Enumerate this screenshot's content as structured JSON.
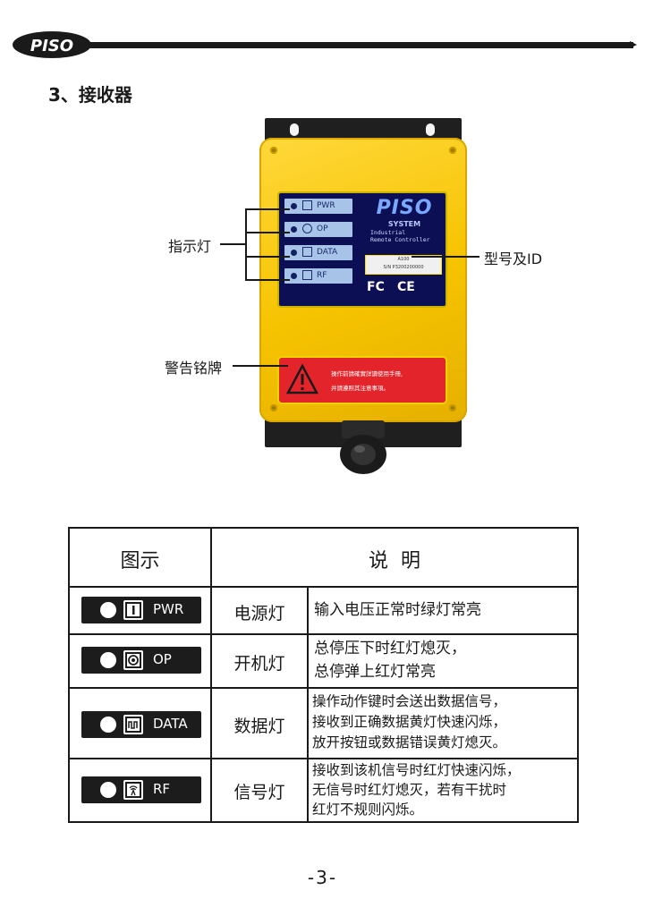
{
  "header": {
    "logo": "PISO"
  },
  "section_title": "3、接收器",
  "device": {
    "indicators": [
      {
        "label": "PWR",
        "icon": "power-bar-icon"
      },
      {
        "label": "OP",
        "icon": "target-circle-icon"
      },
      {
        "label": "DATA",
        "icon": "data-wave-icon"
      },
      {
        "label": "RF",
        "icon": "antenna-icon"
      }
    ],
    "brand": "PISO",
    "system": "SYSTEM",
    "subtitle_1": "Industrial",
    "subtitle_2": "Remote Controller",
    "label_line_1": "A100",
    "label_line_2": "S/N P3200200000",
    "fcc_mark": "FC",
    "ce_mark": "CE",
    "warning_line_1": "操作前請確實詳讀使用手冊,",
    "warning_line_2": "并請遵照其注意事項。"
  },
  "callouts": {
    "indicator": "指示灯",
    "model": "型号及ID",
    "warning_plate": "警告铭牌"
  },
  "table": {
    "headers": [
      "图示",
      "说  明"
    ],
    "rows": [
      {
        "icon_label": "PWR",
        "icon": "power-bar-icon",
        "name": "电源灯",
        "desc": [
          "输入电压正常时绿灯常亮"
        ]
      },
      {
        "icon_label": "OP",
        "icon": "target-circle-icon",
        "name": "开机灯",
        "desc": [
          "总停压下时红灯熄灭，",
          "总停弹上红灯常亮"
        ]
      },
      {
        "icon_label": "DATA",
        "icon": "data-wave-icon",
        "name": "数据灯",
        "desc": [
          "操作动作键时会送出数据信号，",
          "接收到正确数据黄灯快速闪烁，",
          "放开按钮或数据错误黄灯熄灭。"
        ]
      },
      {
        "icon_label": "RF",
        "icon": "antenna-icon",
        "name": "信号灯",
        "desc": [
          "接收到该机信号时红灯快速闪烁，",
          "无信号时红灯熄灭，若有干扰时",
          "红灯不规则闪烁。"
        ]
      }
    ]
  },
  "page_number": "-3-",
  "colors": {
    "housing": "#f6c300",
    "panel": "#0d0f55",
    "warning": "#e4242b",
    "ink": "#1a1a1a"
  }
}
